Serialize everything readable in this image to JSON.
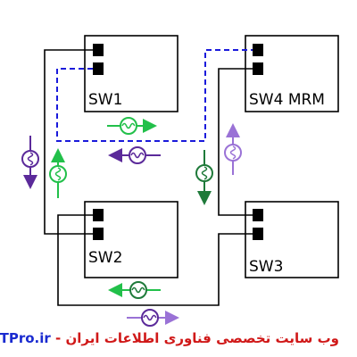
{
  "switches": [
    {
      "id": "sw1",
      "label": "SW1"
    },
    {
      "id": "sw2",
      "label": "SW2"
    },
    {
      "id": "sw3",
      "label": "SW3"
    },
    {
      "id": "sw4",
      "label": "SW4 MRM"
    }
  ],
  "colors": {
    "ring_blue": "#1a1adb",
    "green": "#22c04a",
    "dark_green": "#1f7a3a",
    "purple": "#5b2a9a",
    "light_purple": "#9a72d6",
    "brand_blue": "#1a2bd0",
    "brand_red": "#d01818"
  },
  "footer": {
    "brand": "ITPro.ir",
    "text": " - وب سایت تخصصی فناوری اطلاعات ایران"
  }
}
